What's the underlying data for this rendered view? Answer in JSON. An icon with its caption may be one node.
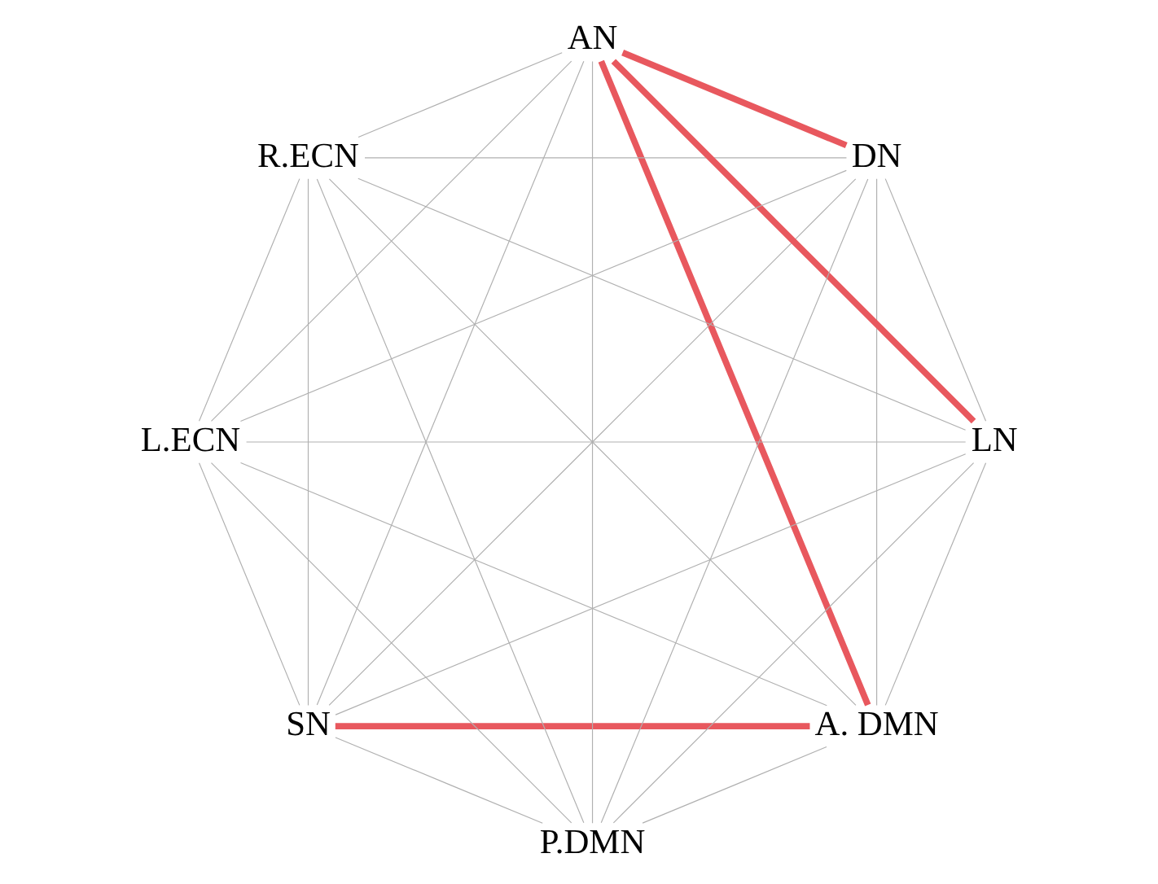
{
  "diagram": {
    "nodes": [
      {
        "text": [
          "A. DMN"
        ]
      },
      {
        "text": [
          "LN"
        ]
      },
      {
        "text": [
          "SN"
        ]
      },
      {
        "text": [
          "L.ECN"
        ]
      },
      {
        "text": [
          "R.ECN"
        ]
      },
      {
        "text": [
          "AN"
        ]
      },
      {
        "text": [
          "DN"
        ]
      },
      {
        "text": [
          "P.DMN"
        ]
      }
    ],
    "edges": [
      {
        "from": 0,
        "to": 2,
        "arrow": "none",
        "style": "thick",
        "color": "#e8585e"
      },
      {
        "from": 2,
        "to": 4,
        "arrow": "none"
      },
      {
        "from": 4,
        "to": 6,
        "arrow": "none"
      },
      {
        "from": 6,
        "to": 7,
        "arrow": "none"
      },
      {
        "from": 7,
        "to": 5,
        "arrow": "none"
      },
      {
        "from": 5,
        "to": 3,
        "arrow": "none"
      },
      {
        "from": 3,
        "to": 1,
        "arrow": "none"
      },
      {
        "from": 1,
        "to": 0,
        "arrow": "none"
      },
      {
        "from": 0,
        "to": 4,
        "arrow": "none"
      },
      {
        "from": 0,
        "to": 6,
        "arrow": "none"
      },
      {
        "from": 0,
        "to": 7,
        "arrow": "none"
      },
      {
        "from": 0,
        "to": 5,
        "arrow": "none",
        "style": "thick",
        "color": "#e8585e"
      },
      {
        "from": 0,
        "to": 3,
        "arrow": "none"
      },
      {
        "from": 2,
        "to": 6,
        "arrow": "none"
      },
      {
        "from": 2,
        "to": 7,
        "arrow": "none"
      },
      {
        "from": 2,
        "to": 5,
        "arrow": "none"
      },
      {
        "from": 2,
        "to": 3,
        "arrow": "none"
      },
      {
        "from": 2,
        "to": 1,
        "arrow": "none"
      },
      {
        "from": 4,
        "to": 7,
        "arrow": "none"
      },
      {
        "from": 4,
        "to": 5,
        "arrow": "none"
      },
      {
        "from": 4,
        "to": 3,
        "arrow": "none"
      },
      {
        "from": 4,
        "to": 1,
        "arrow": "none"
      },
      {
        "from": 6,
        "to": 5,
        "arrow": "none",
        "style": "thick",
        "color": "#e8585e"
      },
      {
        "from": 6,
        "to": 3,
        "arrow": "none"
      },
      {
        "from": 6,
        "to": 1,
        "arrow": "none"
      },
      {
        "from": 7,
        "to": 3,
        "arrow": "none"
      },
      {
        "from": 7,
        "to": 1,
        "arrow": "none"
      },
      {
        "from": 5,
        "to": 1,
        "arrow": "none",
        "style": "thick",
        "color": "#e8585e"
      }
    ]
  }
}
